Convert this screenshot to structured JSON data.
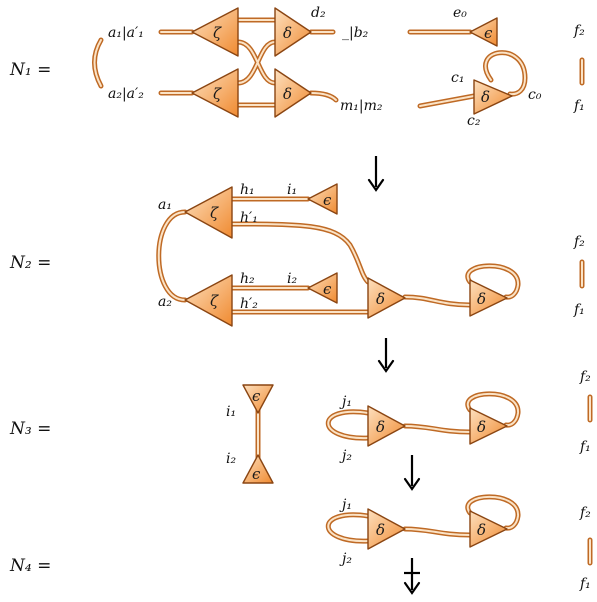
{
  "equations": {
    "n1": "N₁ =",
    "n2": "N₂ =",
    "n3": "N₃ =",
    "n4": "N₄ ="
  },
  "glyphs": {
    "zeta": "ζ",
    "delta": "δ",
    "epsilon": "ϵ"
  },
  "labels": {
    "n1": {
      "a1": "a₁|a′₁",
      "a2": "a₂|a′₂",
      "d2": "d₂",
      "b2": "_|b₂",
      "e0": "e₀",
      "m": "m₁|m₂",
      "c1": "c₁",
      "c0": "c₀",
      "c2": "c₂",
      "f2": "f₂",
      "f1": "f₁"
    },
    "n2": {
      "a1": "a₁",
      "a2": "a₂",
      "h1": "h₁",
      "h1p": "h′₁",
      "i1": "i₁",
      "h2": "h₂",
      "h2p": "h′₂",
      "i2": "i₂",
      "f2": "f₂",
      "f1": "f₁"
    },
    "n3": {
      "i1": "i₁",
      "i2": "i₂",
      "j1": "j₁",
      "j2": "j₂",
      "f2": "f₂",
      "f1": "f₁"
    },
    "n4": {
      "j1": "j₁",
      "j2": "j₂",
      "f2": "f₂",
      "f1": "f₁"
    }
  },
  "colors": {
    "node_light": "#fde0bf",
    "node_dark": "#f08a30",
    "node_stroke": "#8a4512",
    "wire": "#bf6a25"
  },
  "arrows": [
    {
      "between": "N1-N2",
      "kind": "reduces-to"
    },
    {
      "between": "N2-N3",
      "kind": "reduces-to"
    },
    {
      "between": "N3-N4",
      "kind": "reduces-to"
    },
    {
      "between": "N4-end",
      "kind": "does-not-reduce"
    }
  ]
}
